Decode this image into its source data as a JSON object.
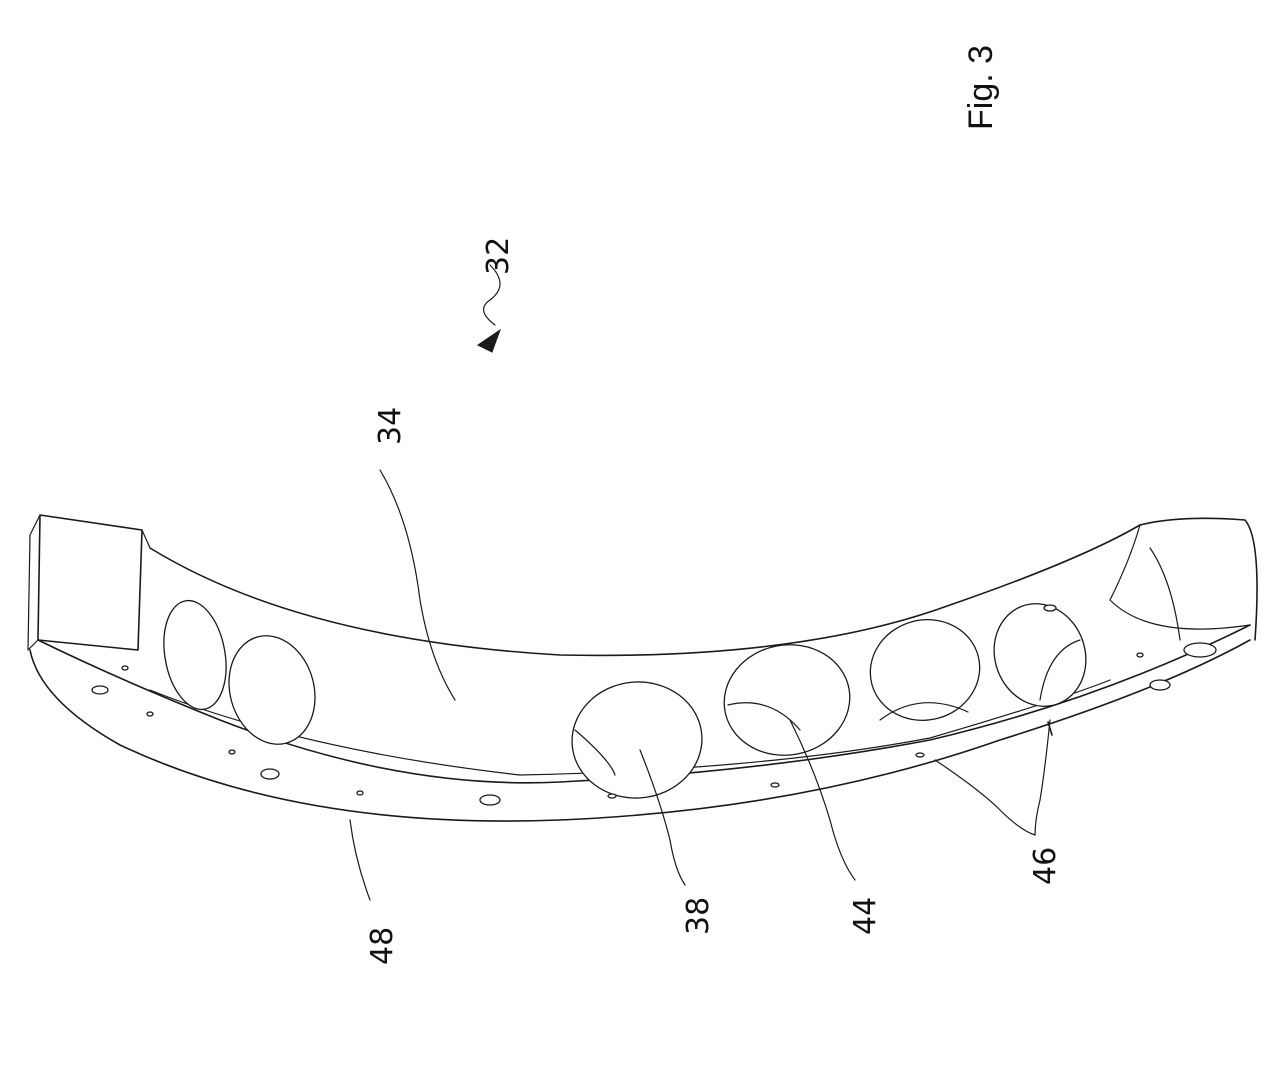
{
  "figure": {
    "label": "Fig. 3"
  },
  "reference_numerals": {
    "assembly": "32",
    "inner_wall": "34",
    "opening": "38",
    "inner_bore": "44",
    "pins": "46",
    "flange": "48"
  }
}
